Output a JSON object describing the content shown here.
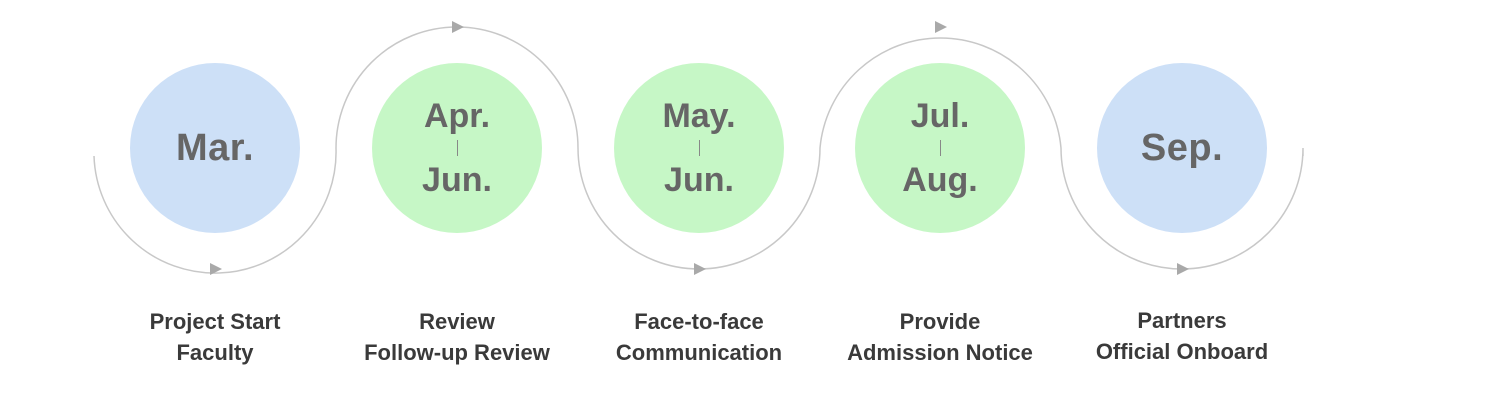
{
  "colors": {
    "blue_circle": "#cde0f7",
    "green_circle": "#c6f7c6",
    "circle_text": "#666666",
    "caption_text": "#3a3a3a",
    "connector": "#c8c8c8",
    "arrow": "#a9a9a9"
  },
  "steps": [
    {
      "period": "Mar.",
      "period_start": "",
      "period_end": "",
      "caption_line1": "Project Start",
      "caption_line2": "Faculty",
      "style": "blue"
    },
    {
      "period": "",
      "period_start": "Apr.",
      "period_end": "Jun.",
      "caption_line1": "Review",
      "caption_line2": "Follow-up Review",
      "style": "green"
    },
    {
      "period": "",
      "period_start": "May.",
      "period_end": "Jun.",
      "caption_line1": "Face-to-face",
      "caption_line2": "Communication",
      "style": "green"
    },
    {
      "period": "",
      "period_start": "Jul.",
      "period_end": "Aug.",
      "caption_line1": "Provide",
      "caption_line2": "Admission Notice",
      "style": "green"
    },
    {
      "period": "Sep.",
      "period_start": "",
      "period_end": "",
      "caption_line1": "Partners",
      "caption_line2": "Official Onboard",
      "style": "blue"
    }
  ]
}
